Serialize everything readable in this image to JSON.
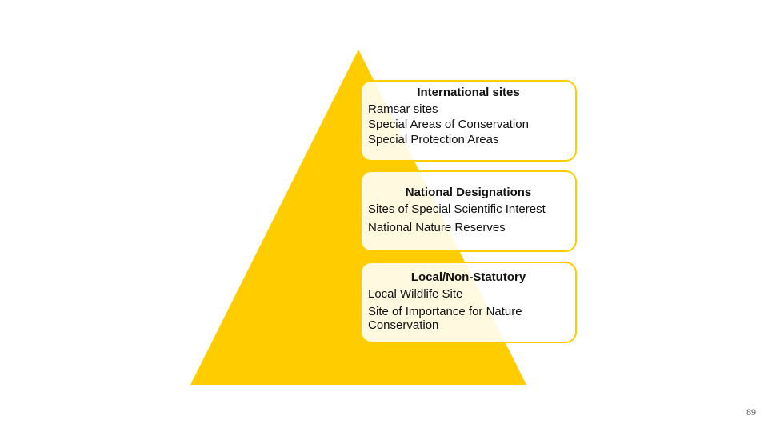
{
  "colors": {
    "pyramid": "#FFCC00",
    "box_border": "#FFCC00"
  },
  "tiers": [
    {
      "title": "International sites",
      "items": [
        "Ramsar sites",
        "Special Areas of Conservation",
        "Special Protection Areas"
      ]
    },
    {
      "title": "National Designations",
      "items": [
        "Sites of Special Scientific Interest",
        "National Nature Reserves"
      ]
    },
    {
      "title": "Local/Non-Statutory",
      "items": [
        "Local Wildlife Site",
        "Site of Importance for Nature Conservation"
      ]
    }
  ],
  "page_number": "89"
}
